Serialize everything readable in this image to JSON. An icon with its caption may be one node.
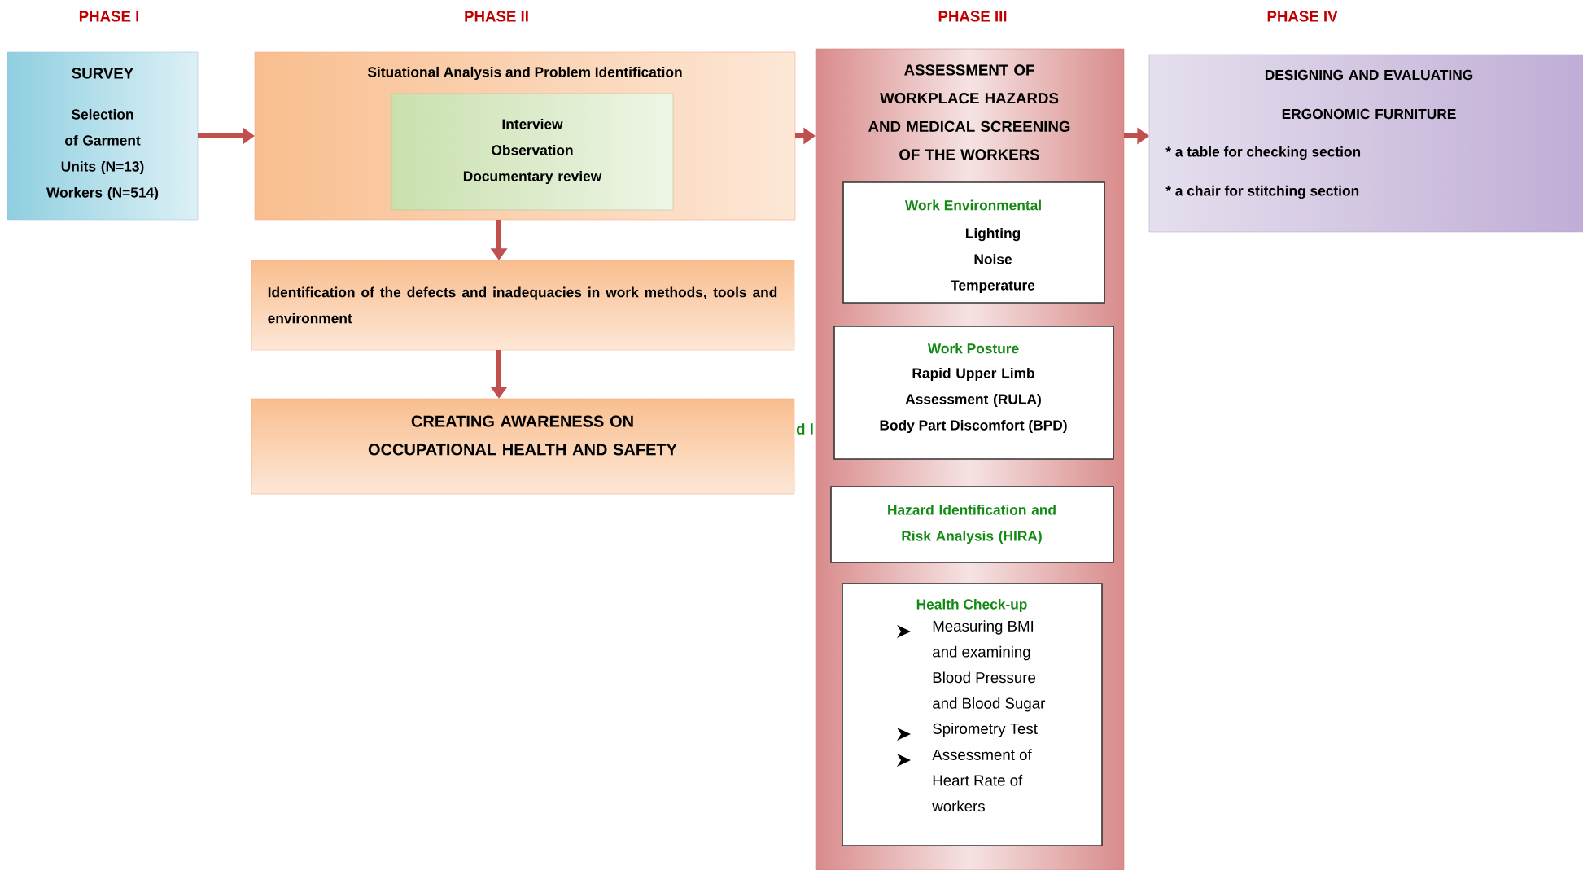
{
  "diagram": {
    "nodes": [
      {
        "text": [
          "SURVEY",
          "Selection of Garment Units (N=13) Workers (N=514)"
        ]
      },
      {
        "text": [
          "Situational Analysis and Problem Identification"
        ]
      },
      {
        "text": [
          "Interview Observation Documentary review"
        ],
        "in": 1
      },
      {
        "text": [
          "Identification of the defects and inadequacies in work methods, tools and environment"
        ]
      },
      {
        "text": [
          "CREATING AWARENESS ON OCCUPATIONAL HEALTH AND SAFETY"
        ]
      },
      {
        "text": [
          "ASSESSMENT OF WORKPLACE HAZARDS AND MEDICAL SCREENING OF THE WORKERS"
        ]
      },
      {
        "text": [
          "Work Environmental",
          "Lighting Noise Temperature"
        ],
        "in": 5
      },
      {
        "text": [
          "Work Posture",
          "Rapid Upper Limb Assessment (RULA)",
          "Body Part Discomfort (BPD)"
        ],
        "in": 5
      },
      {
        "text": [
          "Hazard Identification and Risk Analysis (HIRA)"
        ],
        "in": 5
      },
      {
        "text": [
          "Health Check-up",
          "Measuring BMI and examining Blood Pressure and Blood Sugar",
          "Spirometry Test",
          "Assessment of Heart Rate of workers"
        ],
        "in": 5
      },
      {
        "text": [
          "DESIGNING AND EVALUATING ERGONOMIC FURNITURE",
          "* a table for checking section",
          "* a chair for stitching section"
        ]
      }
    ],
    "edges": [
      {
        "from": 0,
        "to": 1,
        "arrow": "to"
      },
      {
        "from": 1,
        "to": 3,
        "arrow": "to"
      },
      {
        "from": 3,
        "to": 4,
        "arrow": "to"
      },
      {
        "from": 1,
        "to": 5,
        "arrow": "to"
      },
      {
        "from": 5,
        "to": 10,
        "arrow": "to"
      }
    ],
    "labels": [
      "PHASE I",
      "PHASE II",
      "PHASE III",
      "PHASE IV",
      "d l"
    ]
  }
}
